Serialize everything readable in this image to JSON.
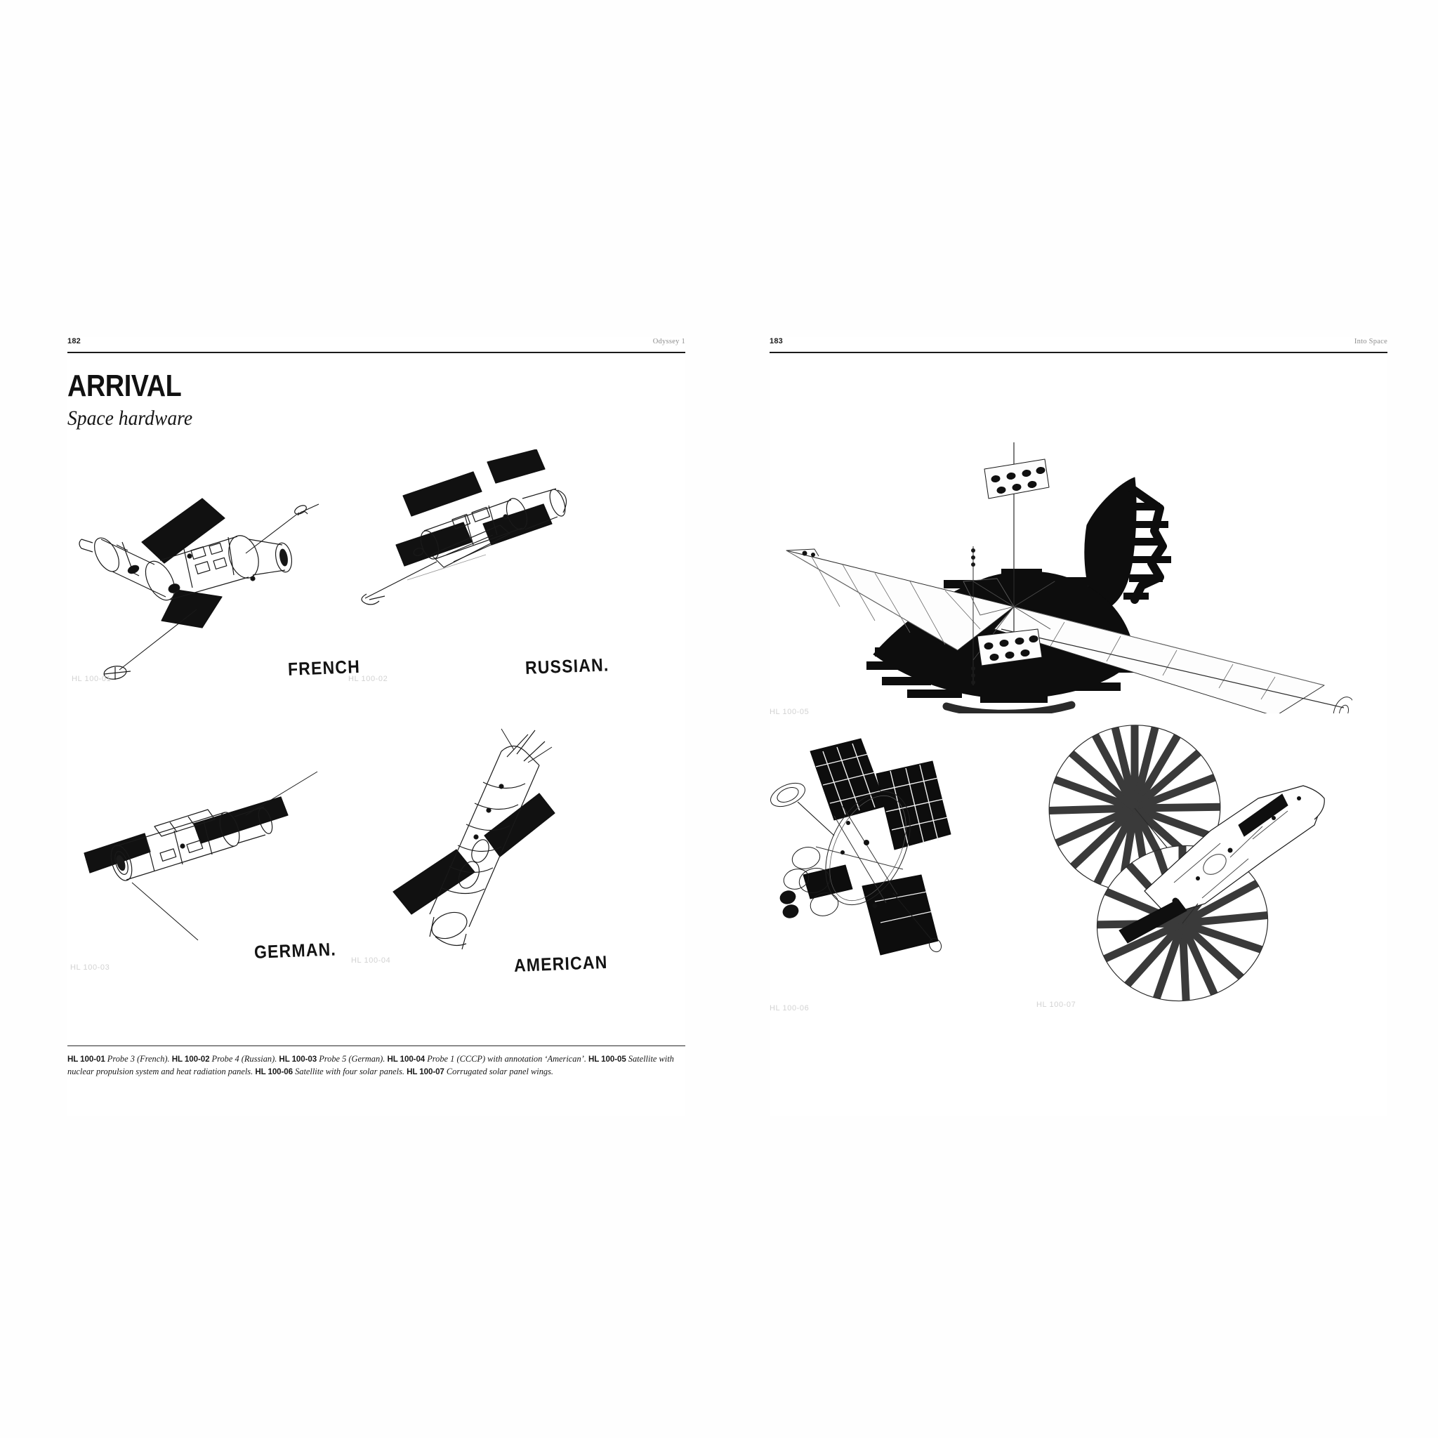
{
  "spread": {
    "left_page": {
      "folio": "182",
      "running_head": "Odyssey 1",
      "title": "ARRIVAL",
      "subtitle": "Space hardware",
      "figures": [
        {
          "id": "HL 100-01",
          "annotation": "FRENCH",
          "subject": "probe-french"
        },
        {
          "id": "HL 100-02",
          "annotation": "RUSSIAN.",
          "subject": "probe-russian"
        },
        {
          "id": "HL 100-03",
          "annotation": "GERMAN.",
          "subject": "probe-german"
        },
        {
          "id": "HL 100-04",
          "annotation": "AMERICAN",
          "subject": "probe-cccp"
        }
      ],
      "caption_runs": [
        {
          "code": "HL 100-01",
          "text": " Probe 3 (French). "
        },
        {
          "code": "HL 100-02",
          "text": " Probe 4 (Russian). "
        },
        {
          "code": "HL 100-03",
          "text": " Probe 5 (German). "
        },
        {
          "code": "HL 100-04",
          "text": " Probe 1 (CCCP) with annotation ‘American’. "
        },
        {
          "code": "HL 100-05",
          "text": " Satellite with nuclear propulsion system and heat radiation panels. "
        },
        {
          "code": "HL 100-06",
          "text": " Satellite with four solar panels. "
        },
        {
          "code": "HL 100-07",
          "text": " Corrugated solar panel wings."
        }
      ]
    },
    "right_page": {
      "folio": "183",
      "running_head": "Into Space",
      "figures": [
        {
          "id": "HL 100-05",
          "annotation": "",
          "subject": "nuclear-satellite"
        },
        {
          "id": "HL 100-06",
          "annotation": "",
          "subject": "four-panel-satellite"
        },
        {
          "id": "HL 100-07",
          "annotation": "",
          "subject": "corrugated-wings"
        }
      ]
    }
  },
  "colors": {
    "ink": "#111111",
    "rule": "#1b1b1b",
    "figure_id": "#d2d2d2",
    "running_head": "#8d8d8d",
    "paper": "#ffffff"
  }
}
